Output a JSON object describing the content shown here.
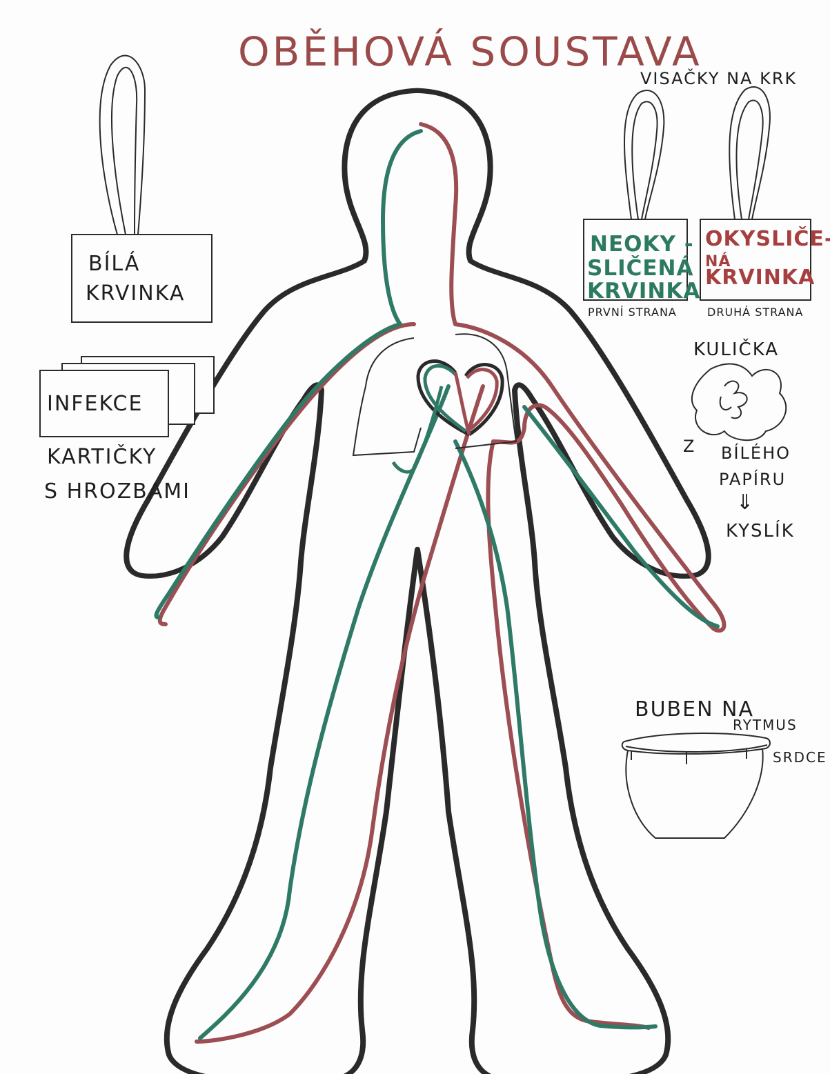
{
  "title": "OBĚHOVÁ SOUSTAVA",
  "colors": {
    "outline": "#2a2a2a",
    "artery": "#9c4e52",
    "vein": "#2f7a66",
    "title": "#9b4a4a",
    "tag_green": "#2d7a62",
    "tag_red": "#a64040"
  },
  "left_tag": {
    "line1": "BÍLÁ",
    "line2": "KRVINKA"
  },
  "infection_card": {
    "label": "INFEKCE"
  },
  "cards_caption": {
    "line1": "KARTIČKY",
    "line2": "S HROZBAMI"
  },
  "neck_tags": {
    "heading": "VISAČKY NA KRK",
    "front": {
      "line1": "NEOKY -",
      "line2": "SLIČENÁ",
      "line3": "KRVINKA",
      "caption": "PRVNÍ STRANA"
    },
    "back": {
      "line1": "OKYSLIČE-",
      "line2": "NÁ",
      "line3": "KRVINKA",
      "caption": "DRUHÁ STRANA"
    }
  },
  "ball": {
    "heading": "KULIČKA",
    "from": "Z",
    "line2": "BÍLÉHO",
    "line3": "PAPÍRU",
    "arrow": "⇓",
    "result": "KYSLÍK"
  },
  "drum": {
    "line1": "BUBEN NA",
    "line2": "RYTMUS",
    "line3": "SRDCE"
  }
}
